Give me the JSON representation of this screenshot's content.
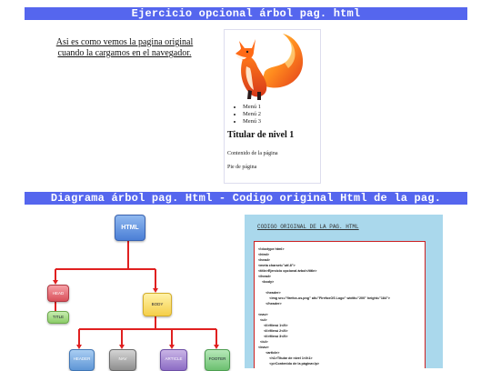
{
  "banners": {
    "top": "Ejercicio opcional árbol pag. html",
    "middle": "Diagrama árbol pag. Html - Codigo original Html de la pag."
  },
  "note": {
    "line1": "Asi es como vemos la pagina original",
    "line2": "cuando la cargamos en el navegador."
  },
  "preview": {
    "menu": [
      "Menú 1",
      "Menú 2",
      "Menú 3"
    ],
    "heading": "Titular de nivel 1",
    "content": "Contenido de la página",
    "footer": "Pie de página"
  },
  "tree": {
    "root": "HTML",
    "head": "HEAD",
    "title": "TITLE",
    "body": "BODY",
    "children": [
      "HEADER",
      "NAV",
      "ARTICLE",
      "FOOTER"
    ]
  },
  "code": {
    "title": "CODIGO ORIGINAL DE LA PAG. HTML",
    "lines": [
      "<!doctype html>",
      "<html>",
      "<head>",
      "<meta charset=\"utf-8\">",
      "<title>Ejercicio opcional árbol</title>",
      "</head>",
      "    <body>",
      "",
      "        <header>",
      "            <img src=\"firefox-os.png\" alt=\"FirefoxOS Logo\" width=\"200\" height=\"184\">",
      "        </header>",
      "",
      "<nav>",
      "  <ul>",
      "      <li>Menú 1</li>",
      "      <li>Menú 2</li>",
      "      <li>Menú 3</li>",
      "  </ul>",
      "</nav>",
      "        <article>",
      "            <h1>Titular de nivel 1</h1>",
      "            <p>Contenido de la página</p>"
    ]
  },
  "colors": {
    "banner": "#5566ee",
    "code_panel": "#aad8ec",
    "tree_lines": "#e02020"
  }
}
